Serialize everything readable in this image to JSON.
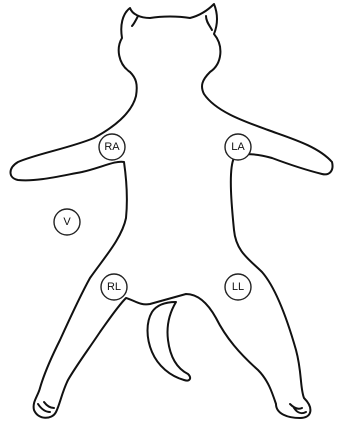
{
  "diagram": {
    "subject": "cat-outline",
    "electrodes": {
      "ra": "RA",
      "la": "LA",
      "rl": "RL",
      "ll": "LL",
      "v": "V"
    }
  }
}
